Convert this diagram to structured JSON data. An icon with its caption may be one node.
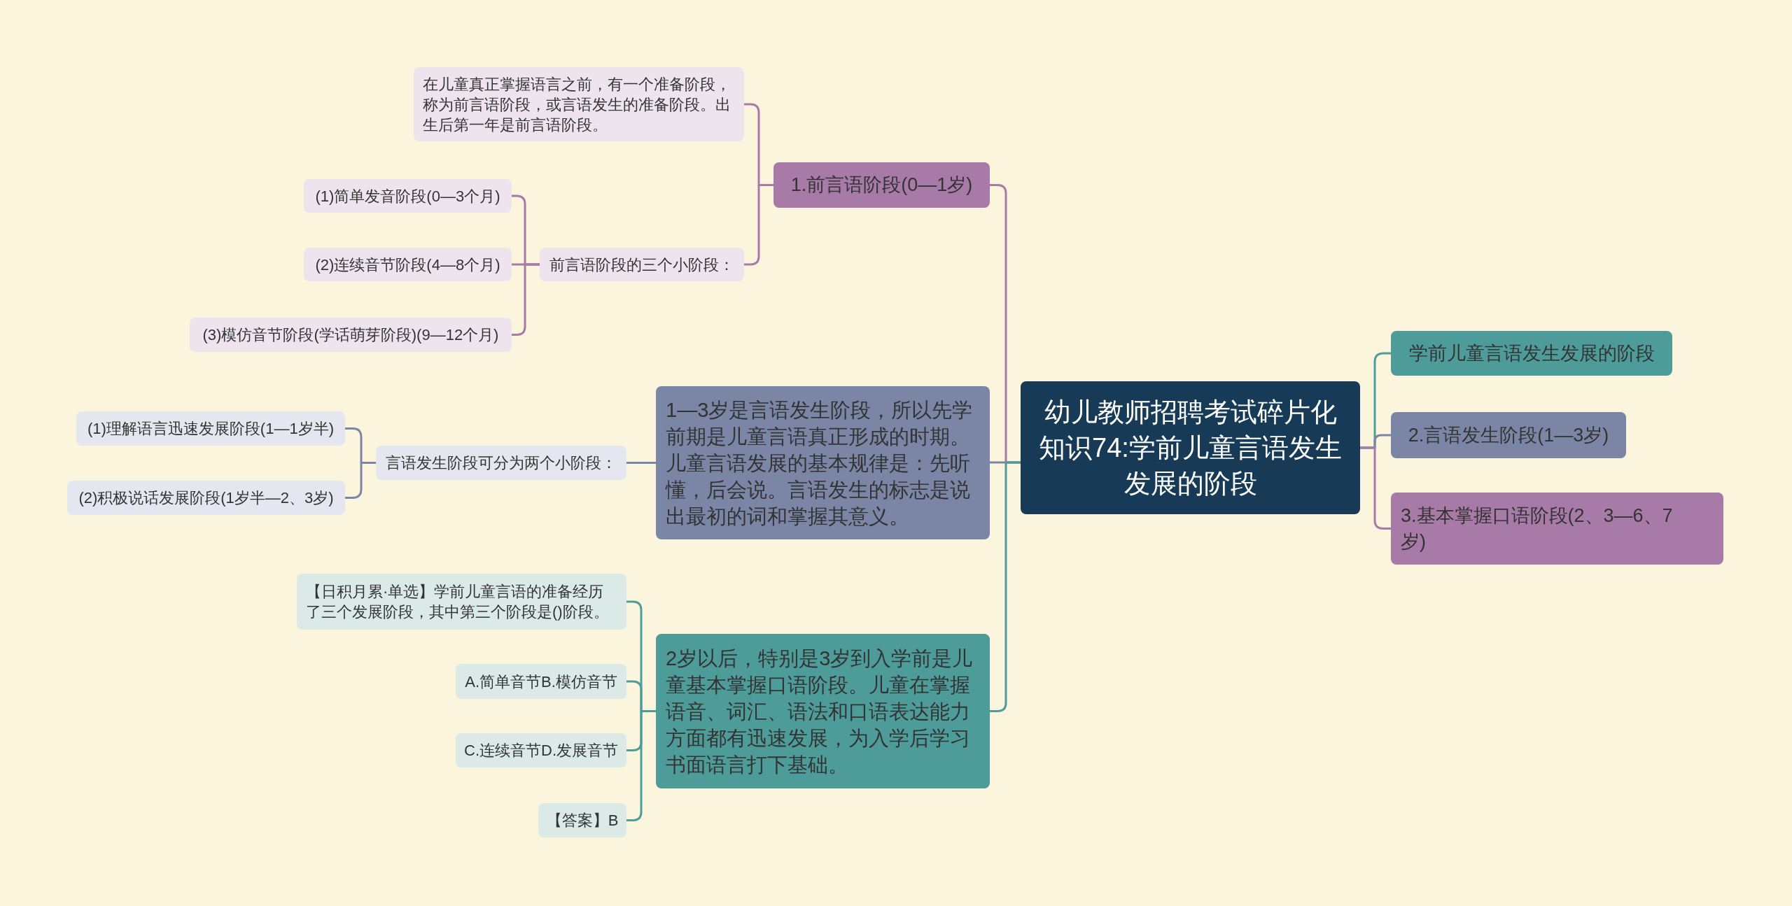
{
  "diagram": {
    "nodes": [
      {
        "text": [
          "幼儿教师招聘考试碎片化知识74:学前儿童言语发生发展的阶段"
        ]
      },
      {
        "text": [
          "1.前言语阶段(0—1岁)"
        ]
      },
      {
        "text": [
          "在儿童真正掌握语言之前，有一个准备阶段，称为前言语阶段，或言语发生的准备阶段。出生后第一年是前言语阶段。"
        ]
      },
      {
        "text": [
          "前言语阶段的三个小阶段："
        ]
      },
      {
        "text": [
          "(1)简单发音阶段(0—3个月)"
        ]
      },
      {
        "text": [
          "(2)连续音节阶段(4—8个月)"
        ]
      },
      {
        "text": [
          "(3)模仿音节阶段(学话萌芽阶段)(9—12个月)"
        ]
      },
      {
        "text": [
          "1—3岁是言语发生阶段，所以先学前期是儿童言语真正形成的时期。儿童言语发展的基本规律是：先听懂，后会说。言语发生的标志是说出最初的词和掌握其意义。"
        ]
      },
      {
        "text": [
          "言语发生阶段可分为两个小阶段："
        ]
      },
      {
        "text": [
          "(1)理解语言迅速发展阶段(1—1岁半)"
        ]
      },
      {
        "text": [
          "(2)积极说话发展阶段(1岁半—2、3岁)"
        ]
      },
      {
        "text": [
          "2岁以后，特别是3岁到入学前是儿童基本掌握口语阶段。儿童在掌握语音、词汇、语法和口语表达能力方面都有迅速发展，为入学后学习书面语言打下基础。"
        ]
      },
      {
        "text": [
          "【日积月累·单选】学前儿童言语的准备经历了三个发展阶段，其中第三个阶段是()阶段。"
        ]
      },
      {
        "text": [
          "A.简单音节B.模仿音节"
        ]
      },
      {
        "text": [
          "C.连续音节D.发展音节"
        ]
      },
      {
        "text": [
          "【答案】B"
        ]
      },
      {
        "text": [
          "学前儿童言语发生发展的阶段"
        ]
      },
      {
        "text": [
          "2.言语发生阶段(1—3岁)"
        ]
      },
      {
        "text": [
          "3.基本掌握口语阶段(2、3—6、7岁)"
        ]
      }
    ],
    "edges": [
      {
        "from": 0,
        "to": 1,
        "arrow": "none"
      },
      {
        "from": 0,
        "to": 7,
        "arrow": "none",
        "color": "#7b86a6"
      },
      {
        "from": 0,
        "to": 11,
        "arrow": "none",
        "color": "#4e9c99"
      },
      {
        "from": 0,
        "to": 16,
        "arrow": "none",
        "color": "#4e9c99"
      },
      {
        "from": 0,
        "to": 17,
        "arrow": "none",
        "color": "#7b86a6"
      },
      {
        "from": 0,
        "to": 18,
        "arrow": "none"
      },
      {
        "from": 1,
        "to": 2,
        "arrow": "none"
      },
      {
        "from": 1,
        "to": 3,
        "arrow": "none"
      },
      {
        "from": 3,
        "to": 4,
        "arrow": "none"
      },
      {
        "from": 3,
        "to": 5,
        "arrow": "none"
      },
      {
        "from": 3,
        "to": 6,
        "arrow": "none"
      },
      {
        "from": 7,
        "to": 8,
        "arrow": "none",
        "color": "#7b86a6"
      },
      {
        "from": 8,
        "to": 9,
        "arrow": "none",
        "color": "#7b86a6"
      },
      {
        "from": 8,
        "to": 10,
        "arrow": "none",
        "color": "#7b86a6"
      },
      {
        "from": 11,
        "to": 12,
        "arrow": "none",
        "color": "#4e9c99"
      },
      {
        "from": 11,
        "to": 13,
        "arrow": "none",
        "color": "#4e9c99"
      },
      {
        "from": 11,
        "to": 14,
        "arrow": "none",
        "color": "#4e9c99"
      },
      {
        "from": 11,
        "to": 15,
        "arrow": "none",
        "color": "#4e9c99"
      }
    ]
  }
}
